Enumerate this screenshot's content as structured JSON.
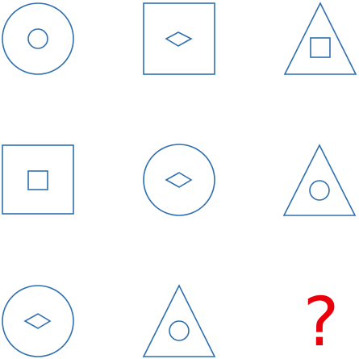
{
  "puzzle": {
    "grid": [
      [
        {
          "outer": "circle",
          "inner": "circle"
        },
        {
          "outer": "square",
          "inner": "diamond"
        },
        {
          "outer": "triangle",
          "inner": "square"
        }
      ],
      [
        {
          "outer": "square",
          "inner": "square"
        },
        {
          "outer": "circle",
          "inner": "diamond"
        },
        {
          "outer": "triangle",
          "inner": "circle"
        }
      ],
      [
        {
          "outer": "circle",
          "inner": "diamond"
        },
        {
          "outer": "triangle",
          "inner": "circle"
        },
        {
          "outer": "unknown",
          "inner": "unknown"
        }
      ]
    ],
    "question_mark": "?"
  },
  "colors": {
    "shape_stroke": "#2f6fad",
    "question_mark": "#e8000b",
    "background": "#ffffff"
  }
}
